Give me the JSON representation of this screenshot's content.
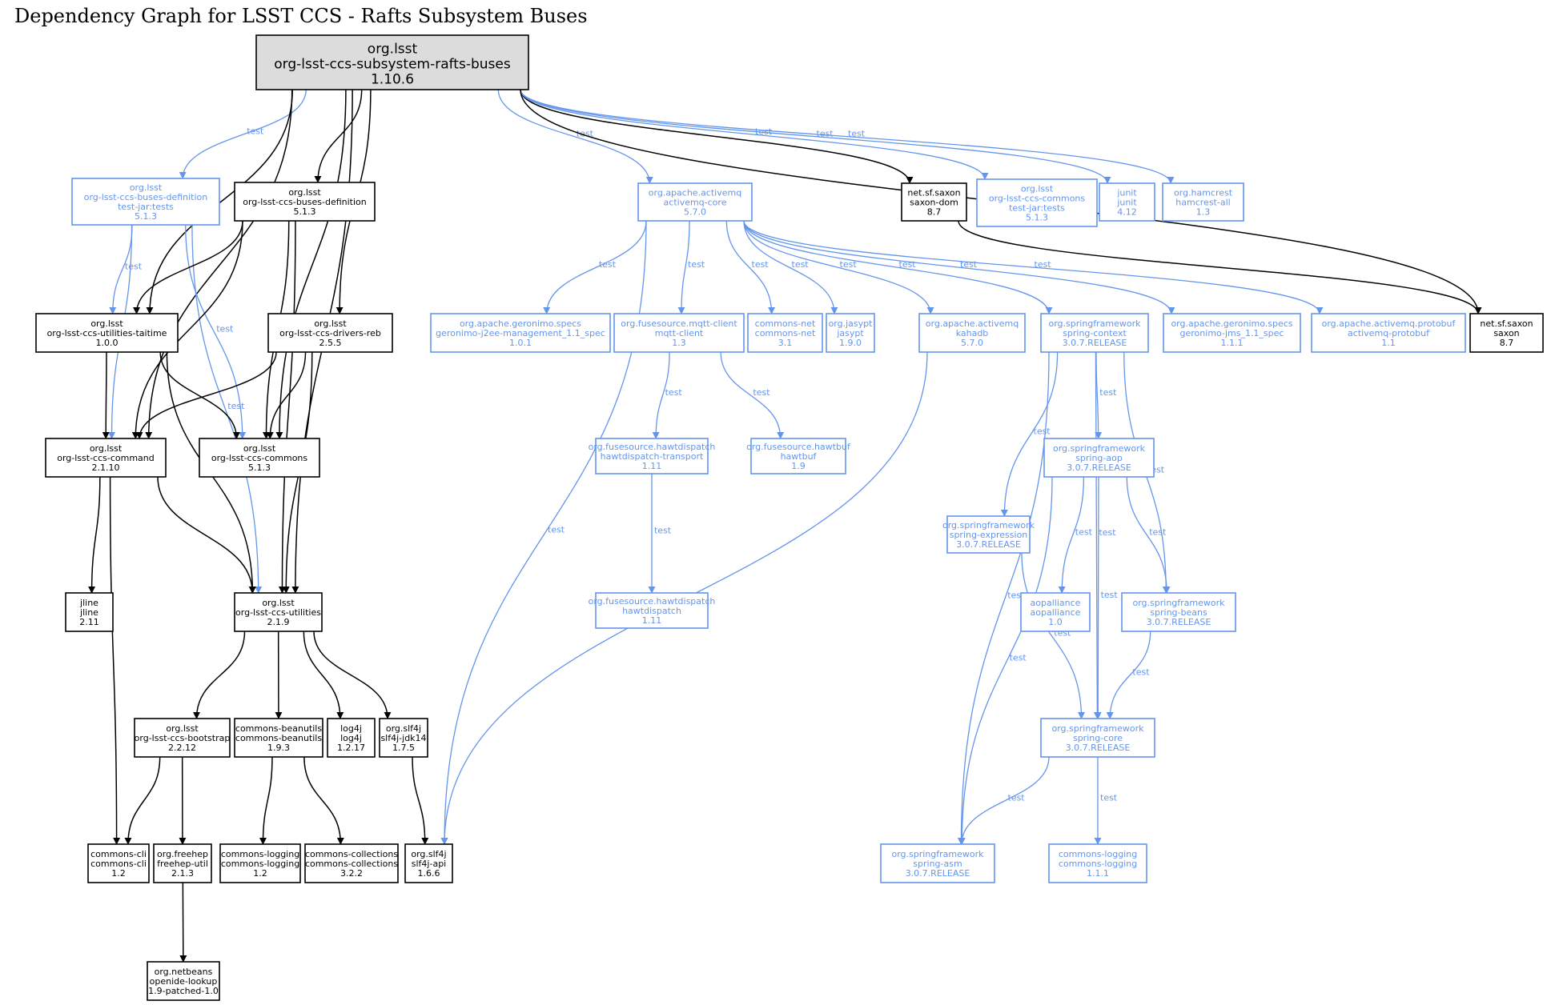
{
  "title": "Dependency Graph for LSST CCS - Rafts Subsystem Buses",
  "colors": {
    "normal": "#000000",
    "test": "#6495ed",
    "root_fill": "#dcdcdc"
  },
  "nodes": [
    {
      "id": "root",
      "kind": "root",
      "lines": [
        "org.lsst",
        "org-lsst-ccs-subsystem-rafts-buses",
        "1.10.6"
      ]
    },
    {
      "id": "busdef-tests",
      "kind": "test",
      "lines": [
        "org.lsst",
        "org-lsst-ccs-buses-definition",
        "test-jar:tests",
        "5.1.3"
      ]
    },
    {
      "id": "busdef",
      "kind": "normal",
      "lines": [
        "org.lsst",
        "org-lsst-ccs-buses-definition",
        "5.1.3"
      ]
    },
    {
      "id": "activemq-core",
      "kind": "test",
      "lines": [
        "org.apache.activemq",
        "activemq-core",
        "5.7.0"
      ]
    },
    {
      "id": "saxon-dom",
      "kind": "normal",
      "lines": [
        "net.sf.saxon",
        "saxon-dom",
        "8.7"
      ]
    },
    {
      "id": "commons-tests",
      "kind": "test",
      "lines": [
        "org.lsst",
        "org-lsst-ccs-commons",
        "test-jar:tests",
        "5.1.3"
      ]
    },
    {
      "id": "junit",
      "kind": "test",
      "lines": [
        "junit",
        "junit",
        "4.12"
      ]
    },
    {
      "id": "hamcrest",
      "kind": "test",
      "lines": [
        "org.hamcrest",
        "hamcrest-all",
        "1.3"
      ]
    },
    {
      "id": "taitime",
      "kind": "normal",
      "lines": [
        "org.lsst",
        "org-lsst-ccs-utilities-taitime",
        "1.0.0"
      ]
    },
    {
      "id": "drivers-reb",
      "kind": "normal",
      "lines": [
        "org.lsst",
        "org-lsst-ccs-drivers-reb",
        "2.5.5"
      ]
    },
    {
      "id": "geronimo-j2ee",
      "kind": "test",
      "lines": [
        "org.apache.geronimo.specs",
        "geronimo-j2ee-management_1.1_spec",
        "1.0.1"
      ]
    },
    {
      "id": "mqtt-client",
      "kind": "test",
      "lines": [
        "org.fusesource.mqtt-client",
        "mqtt-client",
        "1.3"
      ]
    },
    {
      "id": "commons-net",
      "kind": "test",
      "lines": [
        "commons-net",
        "commons-net",
        "3.1"
      ]
    },
    {
      "id": "jasypt",
      "kind": "test",
      "lines": [
        "org.jasypt",
        "jasypt",
        "1.9.0"
      ]
    },
    {
      "id": "kahadb",
      "kind": "test",
      "lines": [
        "org.apache.activemq",
        "kahadb",
        "5.7.0"
      ]
    },
    {
      "id": "spring-context",
      "kind": "test",
      "lines": [
        "org.springframework",
        "spring-context",
        "3.0.7.RELEASE"
      ]
    },
    {
      "id": "geronimo-jms",
      "kind": "test",
      "lines": [
        "org.apache.geronimo.specs",
        "geronimo-jms_1.1_spec",
        "1.1.1"
      ]
    },
    {
      "id": "activemq-protobuf",
      "kind": "test",
      "lines": [
        "org.apache.activemq.protobuf",
        "activemq-protobuf",
        "1.1"
      ]
    },
    {
      "id": "saxon",
      "kind": "normal",
      "lines": [
        "net.sf.saxon",
        "saxon",
        "8.7"
      ]
    },
    {
      "id": "command",
      "kind": "normal",
      "lines": [
        "org.lsst",
        "org-lsst-ccs-command",
        "2.1.10"
      ]
    },
    {
      "id": "commons",
      "kind": "normal",
      "lines": [
        "org.lsst",
        "org-lsst-ccs-commons",
        "5.1.3"
      ]
    },
    {
      "id": "hawtdispatch-transport",
      "kind": "test",
      "lines": [
        "org.fusesource.hawtdispatch",
        "hawtdispatch-transport",
        "1.11"
      ]
    },
    {
      "id": "hawtbuf",
      "kind": "test",
      "lines": [
        "org.fusesource.hawtbuf",
        "hawtbuf",
        "1.9"
      ]
    },
    {
      "id": "spring-aop",
      "kind": "test",
      "lines": [
        "org.springframework",
        "spring-aop",
        "3.0.7.RELEASE"
      ]
    },
    {
      "id": "spring-expression",
      "kind": "test",
      "lines": [
        "org.springframework",
        "spring-expression",
        "3.0.7.RELEASE"
      ]
    },
    {
      "id": "jline",
      "kind": "normal",
      "lines": [
        "jline",
        "jline",
        "2.11"
      ]
    },
    {
      "id": "utilities",
      "kind": "normal",
      "lines": [
        "org.lsst",
        "org-lsst-ccs-utilities",
        "2.1.9"
      ]
    },
    {
      "id": "hawtdispatch",
      "kind": "test",
      "lines": [
        "org.fusesource.hawtdispatch",
        "hawtdispatch",
        "1.11"
      ]
    },
    {
      "id": "aopalliance",
      "kind": "test",
      "lines": [
        "aopalliance",
        "aopalliance",
        "1.0"
      ]
    },
    {
      "id": "spring-beans",
      "kind": "test",
      "lines": [
        "org.springframework",
        "spring-beans",
        "3.0.7.RELEASE"
      ]
    },
    {
      "id": "spring-core",
      "kind": "test",
      "lines": [
        "org.springframework",
        "spring-core",
        "3.0.7.RELEASE"
      ]
    },
    {
      "id": "bootstrap",
      "kind": "normal",
      "lines": [
        "org.lsst",
        "org-lsst-ccs-bootstrap",
        "2.2.12"
      ]
    },
    {
      "id": "beanutils",
      "kind": "normal",
      "lines": [
        "commons-beanutils",
        "commons-beanutils",
        "1.9.3"
      ]
    },
    {
      "id": "log4j",
      "kind": "normal",
      "lines": [
        "log4j",
        "log4j",
        "1.2.17"
      ]
    },
    {
      "id": "slf4j-jdk14",
      "kind": "normal",
      "lines": [
        "org.slf4j",
        "slf4j-jdk14",
        "1.7.5"
      ]
    },
    {
      "id": "commons-cli",
      "kind": "normal",
      "lines": [
        "commons-cli",
        "commons-cli",
        "1.2"
      ]
    },
    {
      "id": "freehep",
      "kind": "normal",
      "lines": [
        "org.freehep",
        "freehep-util",
        "2.1.3"
      ]
    },
    {
      "id": "commons-logging-12",
      "kind": "normal",
      "lines": [
        "commons-logging",
        "commons-logging",
        "1.2"
      ]
    },
    {
      "id": "commons-collections",
      "kind": "normal",
      "lines": [
        "commons-collections",
        "commons-collections",
        "3.2.2"
      ]
    },
    {
      "id": "slf4j-api",
      "kind": "normal",
      "lines": [
        "org.slf4j",
        "slf4j-api",
        "1.6.6"
      ]
    },
    {
      "id": "spring-asm",
      "kind": "test",
      "lines": [
        "org.springframework",
        "spring-asm",
        "3.0.7.RELEASE"
      ]
    },
    {
      "id": "commons-logging-111",
      "kind": "test",
      "lines": [
        "commons-logging",
        "commons-logging",
        "1.1.1"
      ]
    },
    {
      "id": "openide-lookup",
      "kind": "normal",
      "lines": [
        "org.netbeans",
        "openide-lookup",
        "1.9-patched-1.0"
      ]
    }
  ],
  "edges": [
    {
      "from": "root",
      "to": "busdef-tests",
      "kind": "test",
      "label": "test"
    },
    {
      "from": "root",
      "to": "busdef",
      "kind": "normal",
      "label": ""
    },
    {
      "from": "root",
      "to": "activemq-core",
      "kind": "test",
      "label": "test"
    },
    {
      "from": "root",
      "to": "saxon-dom",
      "kind": "normal",
      "label": ""
    },
    {
      "from": "root",
      "to": "commons-tests",
      "kind": "test",
      "label": "test"
    },
    {
      "from": "root",
      "to": "junit",
      "kind": "test",
      "label": "test"
    },
    {
      "from": "root",
      "to": "hamcrest",
      "kind": "test",
      "label": "test"
    },
    {
      "from": "root",
      "to": "saxon",
      "kind": "normal",
      "label": ""
    },
    {
      "from": "root",
      "to": "taitime",
      "kind": "normal",
      "label": ""
    },
    {
      "from": "root",
      "to": "drivers-reb",
      "kind": "normal",
      "label": ""
    },
    {
      "from": "root",
      "to": "command",
      "kind": "normal",
      "label": ""
    },
    {
      "from": "root",
      "to": "commons",
      "kind": "normal",
      "label": ""
    },
    {
      "from": "root",
      "to": "utilities",
      "kind": "normal",
      "label": ""
    },
    {
      "from": "busdef-tests",
      "to": "taitime",
      "kind": "test",
      "label": "test"
    },
    {
      "from": "busdef-tests",
      "to": "command",
      "kind": "test",
      "label": "test"
    },
    {
      "from": "busdef-tests",
      "to": "commons",
      "kind": "test",
      "label": "test"
    },
    {
      "from": "busdef-tests",
      "to": "utilities",
      "kind": "test",
      "label": "test"
    },
    {
      "from": "busdef",
      "to": "taitime",
      "kind": "normal",
      "label": ""
    },
    {
      "from": "busdef",
      "to": "command",
      "kind": "normal",
      "label": ""
    },
    {
      "from": "busdef",
      "to": "commons",
      "kind": "normal",
      "label": ""
    },
    {
      "from": "busdef",
      "to": "utilities",
      "kind": "normal",
      "label": ""
    },
    {
      "from": "taitime",
      "to": "command",
      "kind": "normal",
      "label": ""
    },
    {
      "from": "taitime",
      "to": "commons",
      "kind": "normal",
      "label": ""
    },
    {
      "from": "taitime",
      "to": "utilities",
      "kind": "normal",
      "label": ""
    },
    {
      "from": "drivers-reb",
      "to": "command",
      "kind": "normal",
      "label": ""
    },
    {
      "from": "drivers-reb",
      "to": "commons",
      "kind": "normal",
      "label": ""
    },
    {
      "from": "drivers-reb",
      "to": "utilities",
      "kind": "normal",
      "label": ""
    },
    {
      "from": "command",
      "to": "jline",
      "kind": "normal",
      "label": ""
    },
    {
      "from": "command",
      "to": "utilities",
      "kind": "normal",
      "label": ""
    },
    {
      "from": "command",
      "to": "commons-cli",
      "kind": "normal",
      "label": ""
    },
    {
      "from": "utilities",
      "to": "bootstrap",
      "kind": "normal",
      "label": ""
    },
    {
      "from": "utilities",
      "to": "beanutils",
      "kind": "normal",
      "label": ""
    },
    {
      "from": "utilities",
      "to": "log4j",
      "kind": "normal",
      "label": ""
    },
    {
      "from": "utilities",
      "to": "slf4j-jdk14",
      "kind": "normal",
      "label": ""
    },
    {
      "from": "bootstrap",
      "to": "commons-cli",
      "kind": "normal",
      "label": ""
    },
    {
      "from": "bootstrap",
      "to": "freehep",
      "kind": "normal",
      "label": ""
    },
    {
      "from": "beanutils",
      "to": "commons-logging-12",
      "kind": "normal",
      "label": ""
    },
    {
      "from": "beanutils",
      "to": "commons-collections",
      "kind": "normal",
      "label": ""
    },
    {
      "from": "slf4j-jdk14",
      "to": "slf4j-api",
      "kind": "normal",
      "label": ""
    },
    {
      "from": "freehep",
      "to": "openide-lookup",
      "kind": "normal",
      "label": ""
    },
    {
      "from": "saxon-dom",
      "to": "saxon",
      "kind": "normal",
      "label": ""
    },
    {
      "from": "activemq-core",
      "to": "slf4j-api",
      "kind": "test",
      "label": "test"
    },
    {
      "from": "activemq-core",
      "to": "geronimo-j2ee",
      "kind": "test",
      "label": "test"
    },
    {
      "from": "activemq-core",
      "to": "mqtt-client",
      "kind": "test",
      "label": "test"
    },
    {
      "from": "activemq-core",
      "to": "commons-net",
      "kind": "test",
      "label": "test"
    },
    {
      "from": "activemq-core",
      "to": "jasypt",
      "kind": "test",
      "label": "test"
    },
    {
      "from": "activemq-core",
      "to": "kahadb",
      "kind": "test",
      "label": "test"
    },
    {
      "from": "activemq-core",
      "to": "spring-context",
      "kind": "test",
      "label": "test"
    },
    {
      "from": "activemq-core",
      "to": "geronimo-jms",
      "kind": "test",
      "label": "test"
    },
    {
      "from": "activemq-core",
      "to": "activemq-protobuf",
      "kind": "test",
      "label": "test"
    },
    {
      "from": "mqtt-client",
      "to": "hawtdispatch-transport",
      "kind": "test",
      "label": "test"
    },
    {
      "from": "mqtt-client",
      "to": "hawtbuf",
      "kind": "test",
      "label": "test"
    },
    {
      "from": "hawtdispatch-transport",
      "to": "hawtdispatch",
      "kind": "test",
      "label": "test"
    },
    {
      "from": "kahadb",
      "to": "slf4j-api",
      "kind": "test",
      "label": "test"
    },
    {
      "from": "spring-context",
      "to": "spring-aop",
      "kind": "test",
      "label": "test"
    },
    {
      "from": "spring-context",
      "to": "spring-expression",
      "kind": "test",
      "label": "test"
    },
    {
      "from": "spring-context",
      "to": "spring-beans",
      "kind": "test",
      "label": "test"
    },
    {
      "from": "spring-context",
      "to": "spring-core",
      "kind": "test",
      "label": "test"
    },
    {
      "from": "spring-context",
      "to": "spring-asm",
      "kind": "test",
      "label": "test"
    },
    {
      "from": "spring-aop",
      "to": "aopalliance",
      "kind": "test",
      "label": "test"
    },
    {
      "from": "spring-aop",
      "to": "spring-beans",
      "kind": "test",
      "label": "test"
    },
    {
      "from": "spring-aop",
      "to": "spring-core",
      "kind": "test",
      "label": "test"
    },
    {
      "from": "spring-aop",
      "to": "spring-asm",
      "kind": "test",
      "label": "test"
    },
    {
      "from": "spring-expression",
      "to": "spring-core",
      "kind": "test",
      "label": "test"
    },
    {
      "from": "spring-beans",
      "to": "spring-core",
      "kind": "test",
      "label": "test"
    },
    {
      "from": "spring-core",
      "to": "spring-asm",
      "kind": "test",
      "label": "test"
    },
    {
      "from": "spring-core",
      "to": "commons-logging-111",
      "kind": "test",
      "label": "test"
    }
  ]
}
